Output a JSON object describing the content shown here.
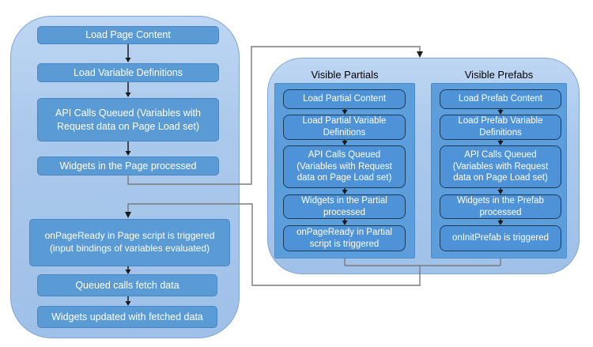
{
  "left_flow": {
    "boxes": [
      {
        "label": "Load Page Content"
      },
      {
        "label": "Load Variable Definitions"
      },
      {
        "label": "API Calls Queued (Variables with Request data on Page Load set)"
      },
      {
        "label": "Widgets in the Page processed"
      },
      {
        "label": "onPageReady in Page script is triggered (input bindings of variables evaluated)"
      },
      {
        "label": "Queued calls fetch data"
      },
      {
        "label": "Widgets updated with fetched data"
      }
    ]
  },
  "partials_flow": {
    "title": "Visible Partials",
    "boxes": [
      {
        "label": "Load Partial Content"
      },
      {
        "label": "Load Partial Variable Definitions"
      },
      {
        "label": "API Calls Queued (Variables with Request data on Page Load set)"
      },
      {
        "label": "Widgets in the Partial processed"
      },
      {
        "label": "onPageReady in Partial script is triggered"
      }
    ]
  },
  "prefabs_flow": {
    "title": "Visible Prefabs",
    "boxes": [
      {
        "label": "Load Prefab Content"
      },
      {
        "label": "Load Prefab Variable Definitions"
      },
      {
        "label": "API Calls Queued (Variables with Request data on Page Load set)"
      },
      {
        "label": "Widgets in the Prefab processed"
      },
      {
        "label": "onInitPrefab is triggered"
      }
    ]
  },
  "colors": {
    "container_fill": "#abc9ec",
    "container_border": "#7ea6d8",
    "step_box_fill": "#5b9bd5",
    "step_box_border": "#4886c5",
    "panel_fill": "#5c9edb",
    "inner_box_fill": "#4e93d8",
    "inner_box_border": "#1f3a57",
    "connector_line": "#7a7a7a",
    "arrow": "#000000",
    "text_on_box": "#ffffff",
    "title_text": "#000000"
  }
}
